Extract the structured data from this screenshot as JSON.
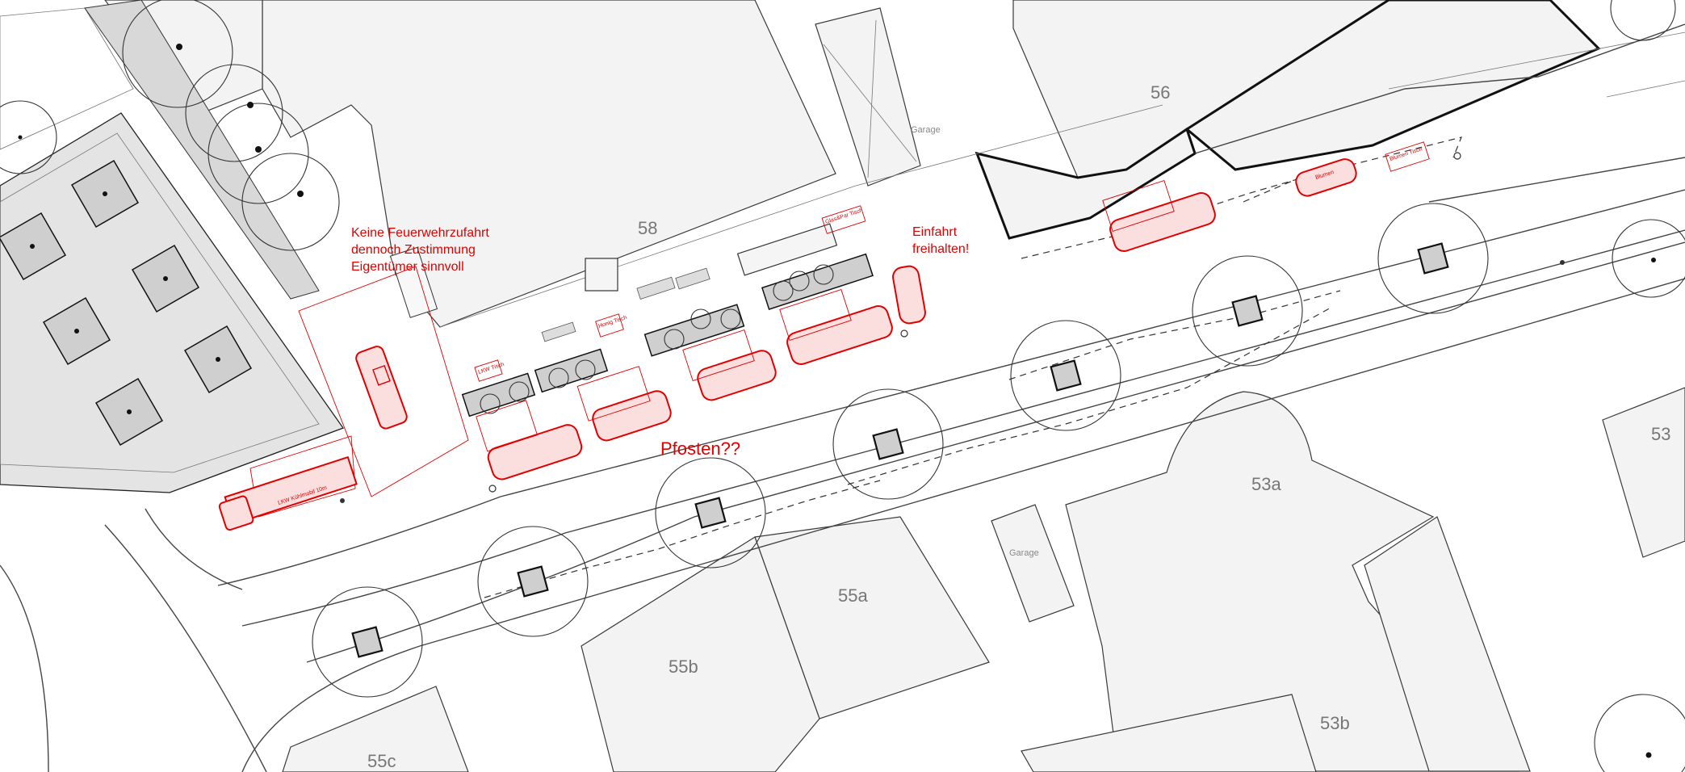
{
  "buildings": {
    "b58": "58",
    "b56": "56",
    "b53": "53",
    "b53a": "53a",
    "b53b": "53b",
    "b55a": "55a",
    "b55b": "55b",
    "b55c": "55c",
    "garage_top": "Garage",
    "garage_right": "Garage"
  },
  "annotations": {
    "fire_line1": "Keine Feuerwehrzufahrt",
    "fire_line2": "dennoch Zustimmung",
    "fire_line3": "Eigentümer sinnvoll",
    "entry_line1": "Einfahrt",
    "entry_line2": "freihalten!",
    "posts": "Pfosten??"
  },
  "small_labels": {
    "truck": "LKW Kühlmobil 10m",
    "stall_glas": "Glas&Par Tisch",
    "stall_honig": "Honig Tisch",
    "stall_lkw": "LKW Tisch",
    "stall_blumen": "Blumen Tisch",
    "car_blumen": "Blumen"
  },
  "colors": {
    "annotation_red": "#e10000",
    "building_fill": "#f3f3f3",
    "line_gray": "#444444"
  }
}
